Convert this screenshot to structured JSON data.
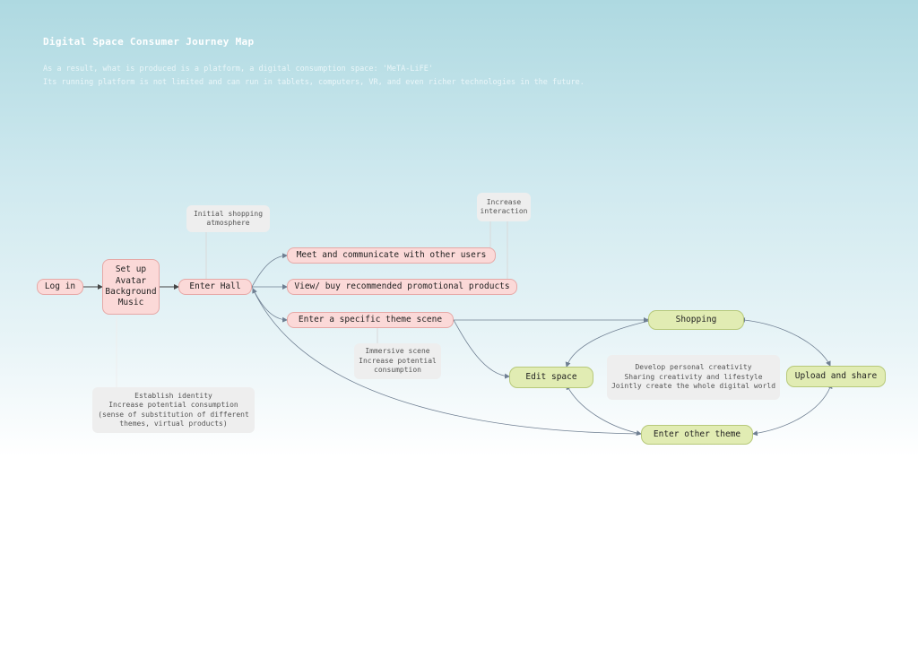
{
  "header": {
    "title": "Digital Space Consumer Journey Map",
    "line1": "As a result, what is produced is a platform, a digital consumption space:  'MeTA-LiFE'",
    "line2": "Its running platform is not limited and can run in tablets, computers, VR, and even richer technologies in the future."
  },
  "nodes": {
    "login": "Log in",
    "setup": "Set up\nAvatar\nBackground\nMusic",
    "hall": "Enter Hall",
    "meet": "Meet and communicate with other users",
    "view": "View/ buy recommended promotional products",
    "theme": "Enter a specific theme scene",
    "shopping": "Shopping",
    "edit": "Edit space",
    "upload": "Upload and share",
    "other": "Enter other theme"
  },
  "notes": {
    "atmosphere": "Initial shopping\natmosphere",
    "interaction": "Increase\ninteraction",
    "immersive": "Immersive scene\nIncrease potential\nconsumption",
    "creativity": "Develop personal creativity\nSharing creativity and lifestyle\nJointly create the whole digital world",
    "identity": "Establish identity\nIncrease potential consumption\n(sense of substitution of different\nthemes, virtual products)"
  },
  "colors": {
    "stage_fill": "#fbd9d8",
    "loop_fill": "#e1ecb3",
    "note_fill": "#eeeeee"
  }
}
